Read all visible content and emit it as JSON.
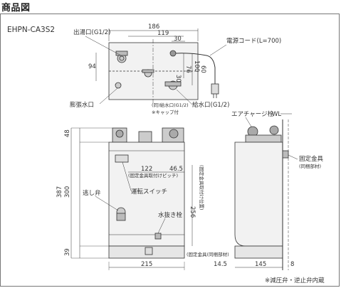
{
  "header": {
    "title": "商品図"
  },
  "model": "EHPN-CA3S2",
  "top_view": {
    "dims": {
      "w186": "186",
      "w119": "119",
      "w30": "30",
      "h94": "94",
      "h76": "76",
      "h100": "100",
      "h30": "30",
      "h60": "60"
    },
    "labels": {
      "outlet": "出湯口(G1/2)",
      "power_cord": "電源コード(L=700)",
      "expansion_port": "膨張水口",
      "inlet": "給水口(G1/2)",
      "drain_small": "(同)給水口(G1/2)",
      "cap_note": "※キャップ付"
    }
  },
  "front_view": {
    "dims": {
      "h48": "48",
      "h387": "387",
      "h300": "300",
      "h39": "39",
      "w122": "122",
      "w465": "46.5",
      "h256": "256",
      "w215": "215"
    },
    "labels": {
      "relief_valve": "逃し弁",
      "switch": "運転スイッチ",
      "drain_plug": "水抜き栓",
      "bracket_pos": "(固定金具取付けピッチ)",
      "bracket_pos_vertical": "(固定金具取付け位置)",
      "bracket_bottom": "(固定金具(同梱部材)"
    }
  },
  "side_view": {
    "dims": {
      "w145": "145",
      "w145b": "14.5",
      "w8": "8"
    },
    "labels": {
      "air_valve": "エアチャージ栓",
      "wl": "WL",
      "bracket": "固定金具",
      "bracket_sub": "(同梱部材)"
    }
  },
  "footnote": "※減圧弁・逆止弁内蔵"
}
